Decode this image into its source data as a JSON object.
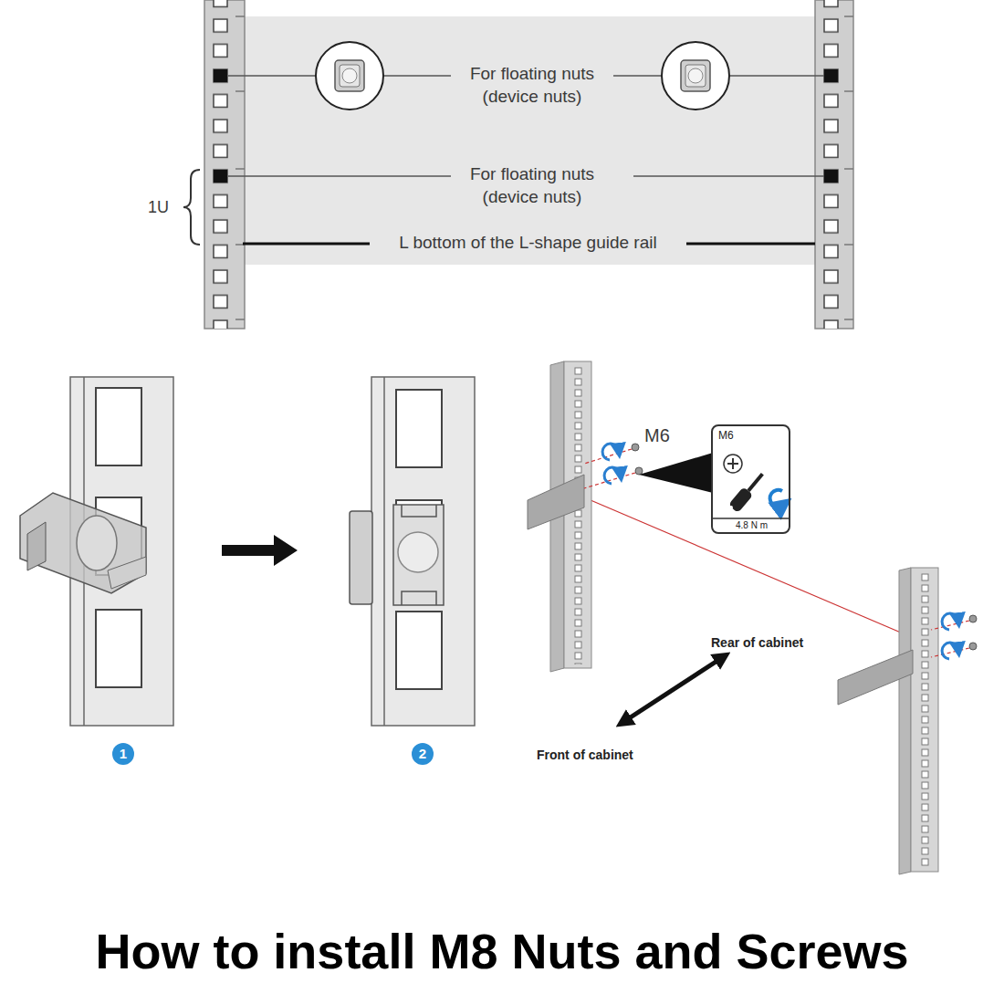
{
  "diagram": {
    "title": "How to install M8 Nuts and Screws",
    "nodes": [
      {
        "text": [
          "M6",
          "4.8 N m"
        ]
      }
    ],
    "labels": [
      "For floating nuts (device nuts)",
      "For floating nuts (device nuts)",
      "1U",
      "L bottom of the L-shape guide rail",
      "1",
      "2",
      "M6",
      "Rear of cabinet",
      "Front of cabinet"
    ]
  }
}
